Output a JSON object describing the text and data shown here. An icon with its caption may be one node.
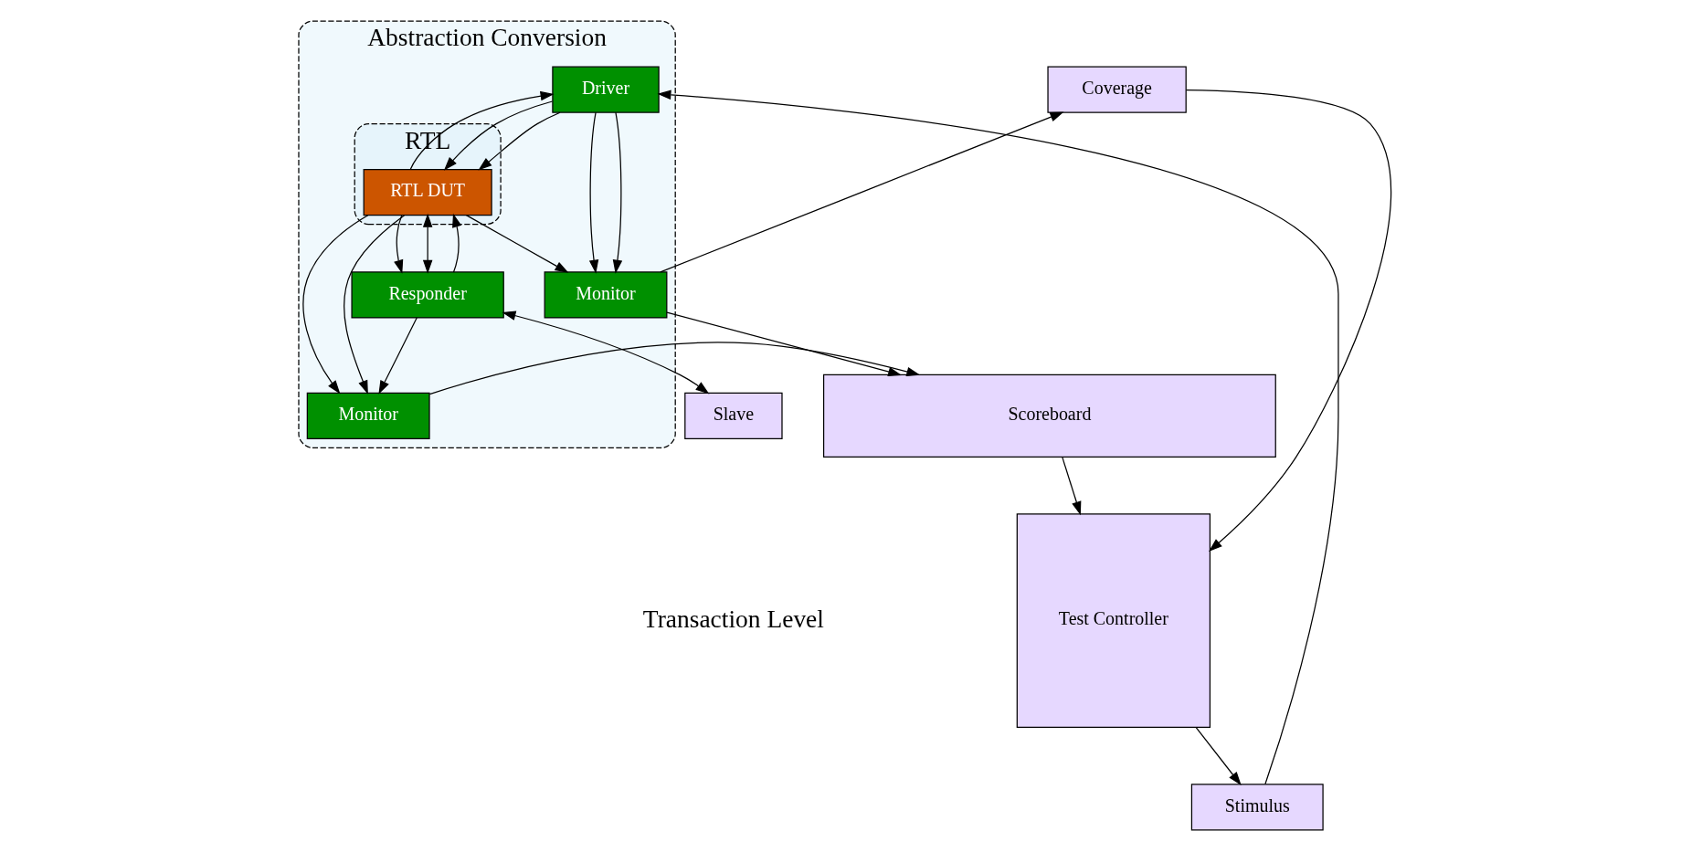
{
  "diagram": {
    "nodes": [
      {
        "text": [
          "Scoreboard"
        ]
      },
      {
        "text": [
          "Test Controller"
        ]
      },
      {
        "text": [
          "Coverage"
        ]
      },
      {
        "text": [
          "Stimulus"
        ]
      },
      {
        "text": [
          "Abstraction Conversion"
        ]
      },
      {
        "text": [
          "Monitor"
        ],
        "in": 4
      },
      {
        "text": [
          "Monitor"
        ],
        "in": 4
      },
      {
        "text": [
          "Driver"
        ],
        "in": 4
      },
      {
        "text": [
          "RTL"
        ],
        "in": 4
      },
      {
        "text": [
          "RTL DUT"
        ],
        "in": 8
      },
      {
        "text": [
          "Responder"
        ],
        "in": 4
      },
      {
        "text": [
          "Slave"
        ]
      }
    ],
    "edges": [
      {
        "from": 0,
        "to": 1,
        "arrow": "to"
      },
      {
        "from": 2,
        "to": 1,
        "arrow": "to"
      },
      {
        "from": 1,
        "to": 3,
        "arrow": "to"
      },
      {
        "from": 5,
        "to": 0,
        "arrow": "to"
      },
      {
        "from": 5,
        "to": 2,
        "arrow": "to"
      },
      {
        "from": 6,
        "to": 0,
        "arrow": "to"
      },
      {
        "from": 3,
        "to": 7,
        "arrow": "to"
      },
      {
        "from": 7,
        "to": 9,
        "arrow": "to"
      },
      {
        "from": 7,
        "to": 9,
        "arrow": "to"
      },
      {
        "from": 9,
        "to": 7,
        "arrow": "to"
      },
      {
        "from": 7,
        "to": 5,
        "arrow": "to"
      },
      {
        "from": 7,
        "to": 5,
        "arrow": "to"
      },
      {
        "from": 9,
        "to": 5,
        "arrow": "to"
      },
      {
        "from": 9,
        "to": 10,
        "arrow": "to"
      },
      {
        "from": 9,
        "to": 10,
        "arrow": "both"
      },
      {
        "from": 10,
        "to": 9,
        "arrow": "to"
      },
      {
        "from": 9,
        "to": 6,
        "arrow": "to"
      },
      {
        "from": 9,
        "to": 6,
        "arrow": "to"
      },
      {
        "from": 10,
        "to": 6,
        "arrow": "to"
      },
      {
        "from": 10,
        "to": 11,
        "arrow": "both"
      }
    ],
    "labels": [
      "Transaction Level"
    ]
  }
}
